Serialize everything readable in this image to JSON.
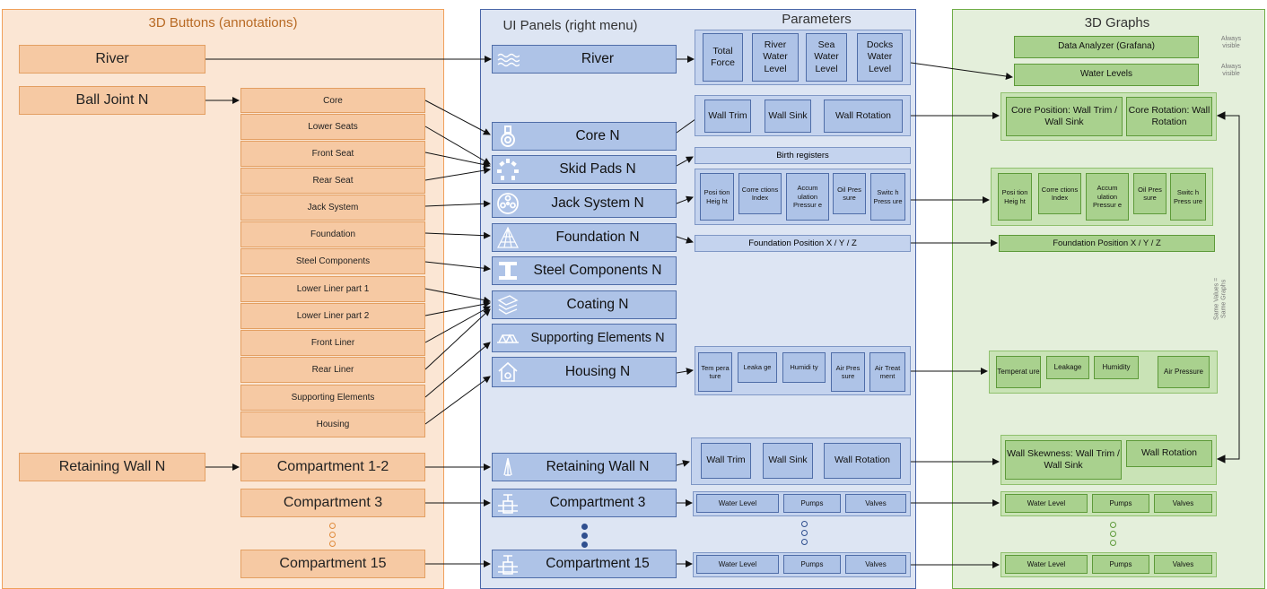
{
  "columns": {
    "buttons": "3D Buttons (annotations)",
    "panels": "UI Panels (right menu)",
    "parameters": "Parameters",
    "graphs": "3D Graphs"
  },
  "buttons": {
    "river": "River",
    "ball_joint": "Ball Joint N",
    "retaining_wall": "Retaining Wall N",
    "sub": [
      "Core",
      "Lower Seats",
      "Front Seat",
      "Rear Seat",
      "Jack System",
      "Foundation",
      "Steel Components",
      "Lower Liner part 1",
      "Lower Liner part 2",
      "Front Liner",
      "Rear Liner",
      "Supporting Elements",
      "Housing"
    ],
    "compartment_1_2": "Compartment 1-2",
    "compartment_3": "Compartment 3",
    "compartment_15": "Compartment 15"
  },
  "panels": {
    "river": "River",
    "core": "Core N",
    "skid": "Skid Pads N",
    "jack": "Jack System N",
    "foundation": "Foundation N",
    "steel": "Steel Components N",
    "coating": "Coating N",
    "supporting": "Supporting Elements N",
    "housing": "Housing N",
    "retaining": "Retaining Wall N",
    "comp3": "Compartment 3",
    "comp15": "Compartment 15"
  },
  "parameters": {
    "river": [
      "Total Force",
      "River Water Level",
      "Sea Water Level",
      "Docks Water Level"
    ],
    "core": [
      "Wall Trim",
      "Wall Sink",
      "Wall Rotation"
    ],
    "birth_registers": "Birth registers",
    "jack": [
      "Posi tion Heig ht",
      "Corre ctions Index",
      "Accum ulation Pressur e",
      "Oil Pres sure",
      "Switc h Press ure"
    ],
    "foundation": "Foundation Position X / Y / Z",
    "housing": [
      "Tem pera ture",
      "Leaka ge",
      "Humidi ty",
      "Air Pres sure",
      "Air Treat ment"
    ],
    "retaining": [
      "Wall Trim",
      "Wall Sink",
      "Wall Rotation"
    ],
    "comp3": [
      "Water Level",
      "Pumps",
      "Valves"
    ],
    "comp15": [
      "Water Level",
      "Pumps",
      "Valves"
    ]
  },
  "graphs": {
    "grafana": "Data Analyzer (Grafana)",
    "water_levels": "Water Levels",
    "always_visible": "Always visible",
    "core_position": "Core Position: Wall Trim / Wall Sink",
    "core_rotation": "Core Rotation: Wall Rotation",
    "jack": [
      "Posi tion Heig ht",
      "Corre ctions Index",
      "Accum ulation Pressur e",
      "Oil Pres sure",
      "Switc h Press ure"
    ],
    "foundation": "Foundation Position X / Y / Z",
    "housing": [
      "Temperat ure",
      "Leakage",
      "Humidity",
      "Air Pressure"
    ],
    "wall_skewness": "Wall Skewness: Wall Trim / Wall Sink",
    "wall_rotation": "Wall Rotation",
    "comp3": [
      "Water Level",
      "Pumps",
      "Valves"
    ],
    "comp15": [
      "Water Level",
      "Pumps",
      "Valves"
    ],
    "same_values": "Same Values = Same Graphs"
  },
  "colors": {
    "orange_panel": "#fbe6d4",
    "orange_box": "#f6c9a3",
    "blue_panel": "#dde5f3",
    "blue_box": "#aec3e7",
    "green_panel": "#e4efdb",
    "green_box": "#a9d18e"
  },
  "icons": [
    "waves-icon",
    "core-icon",
    "skid-pads-icon",
    "jack-gear-icon",
    "foundation-grid-icon",
    "steel-beam-icon",
    "coating-layers-icon",
    "bridge-truss-icon",
    "house-gear-icon",
    "wall-icon",
    "valve-icon"
  ]
}
